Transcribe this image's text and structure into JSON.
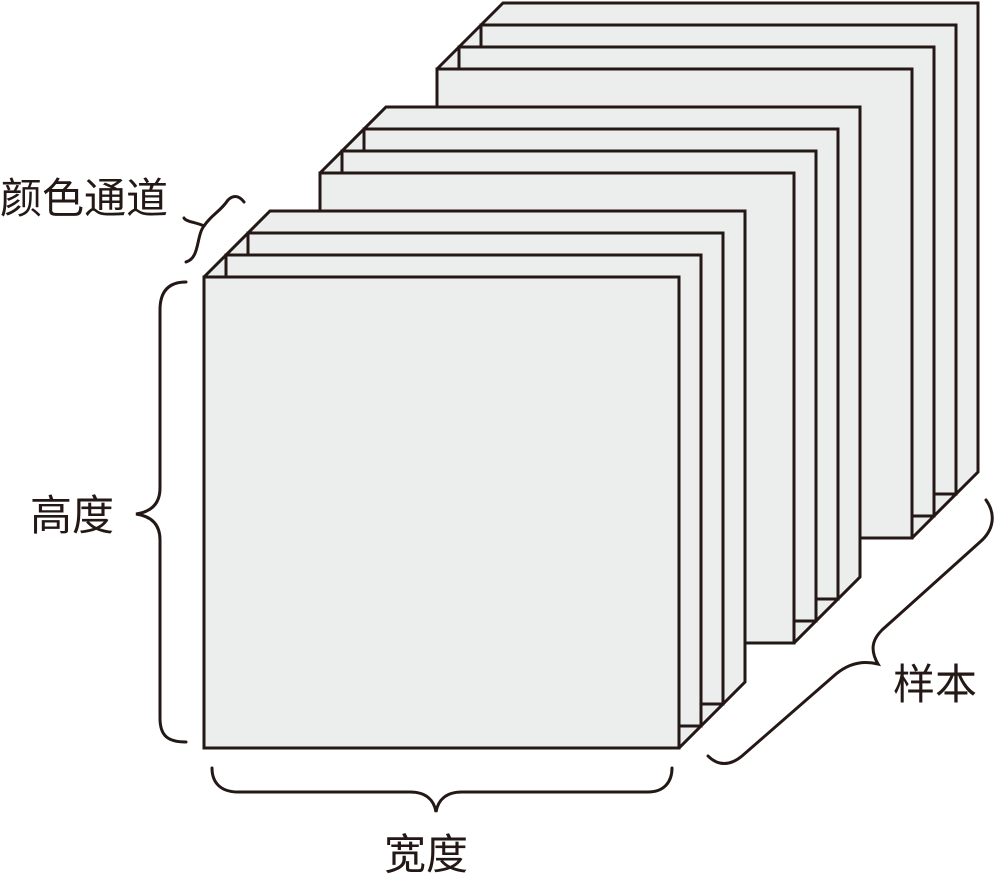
{
  "labels": {
    "channels": "颜色通道",
    "height": "高度",
    "width": "宽度",
    "samples": "样本"
  },
  "colors": {
    "stroke": "#231815",
    "fill": "#eceeed"
  },
  "stacks": {
    "count": 3,
    "slabs_per_stack": 3
  }
}
